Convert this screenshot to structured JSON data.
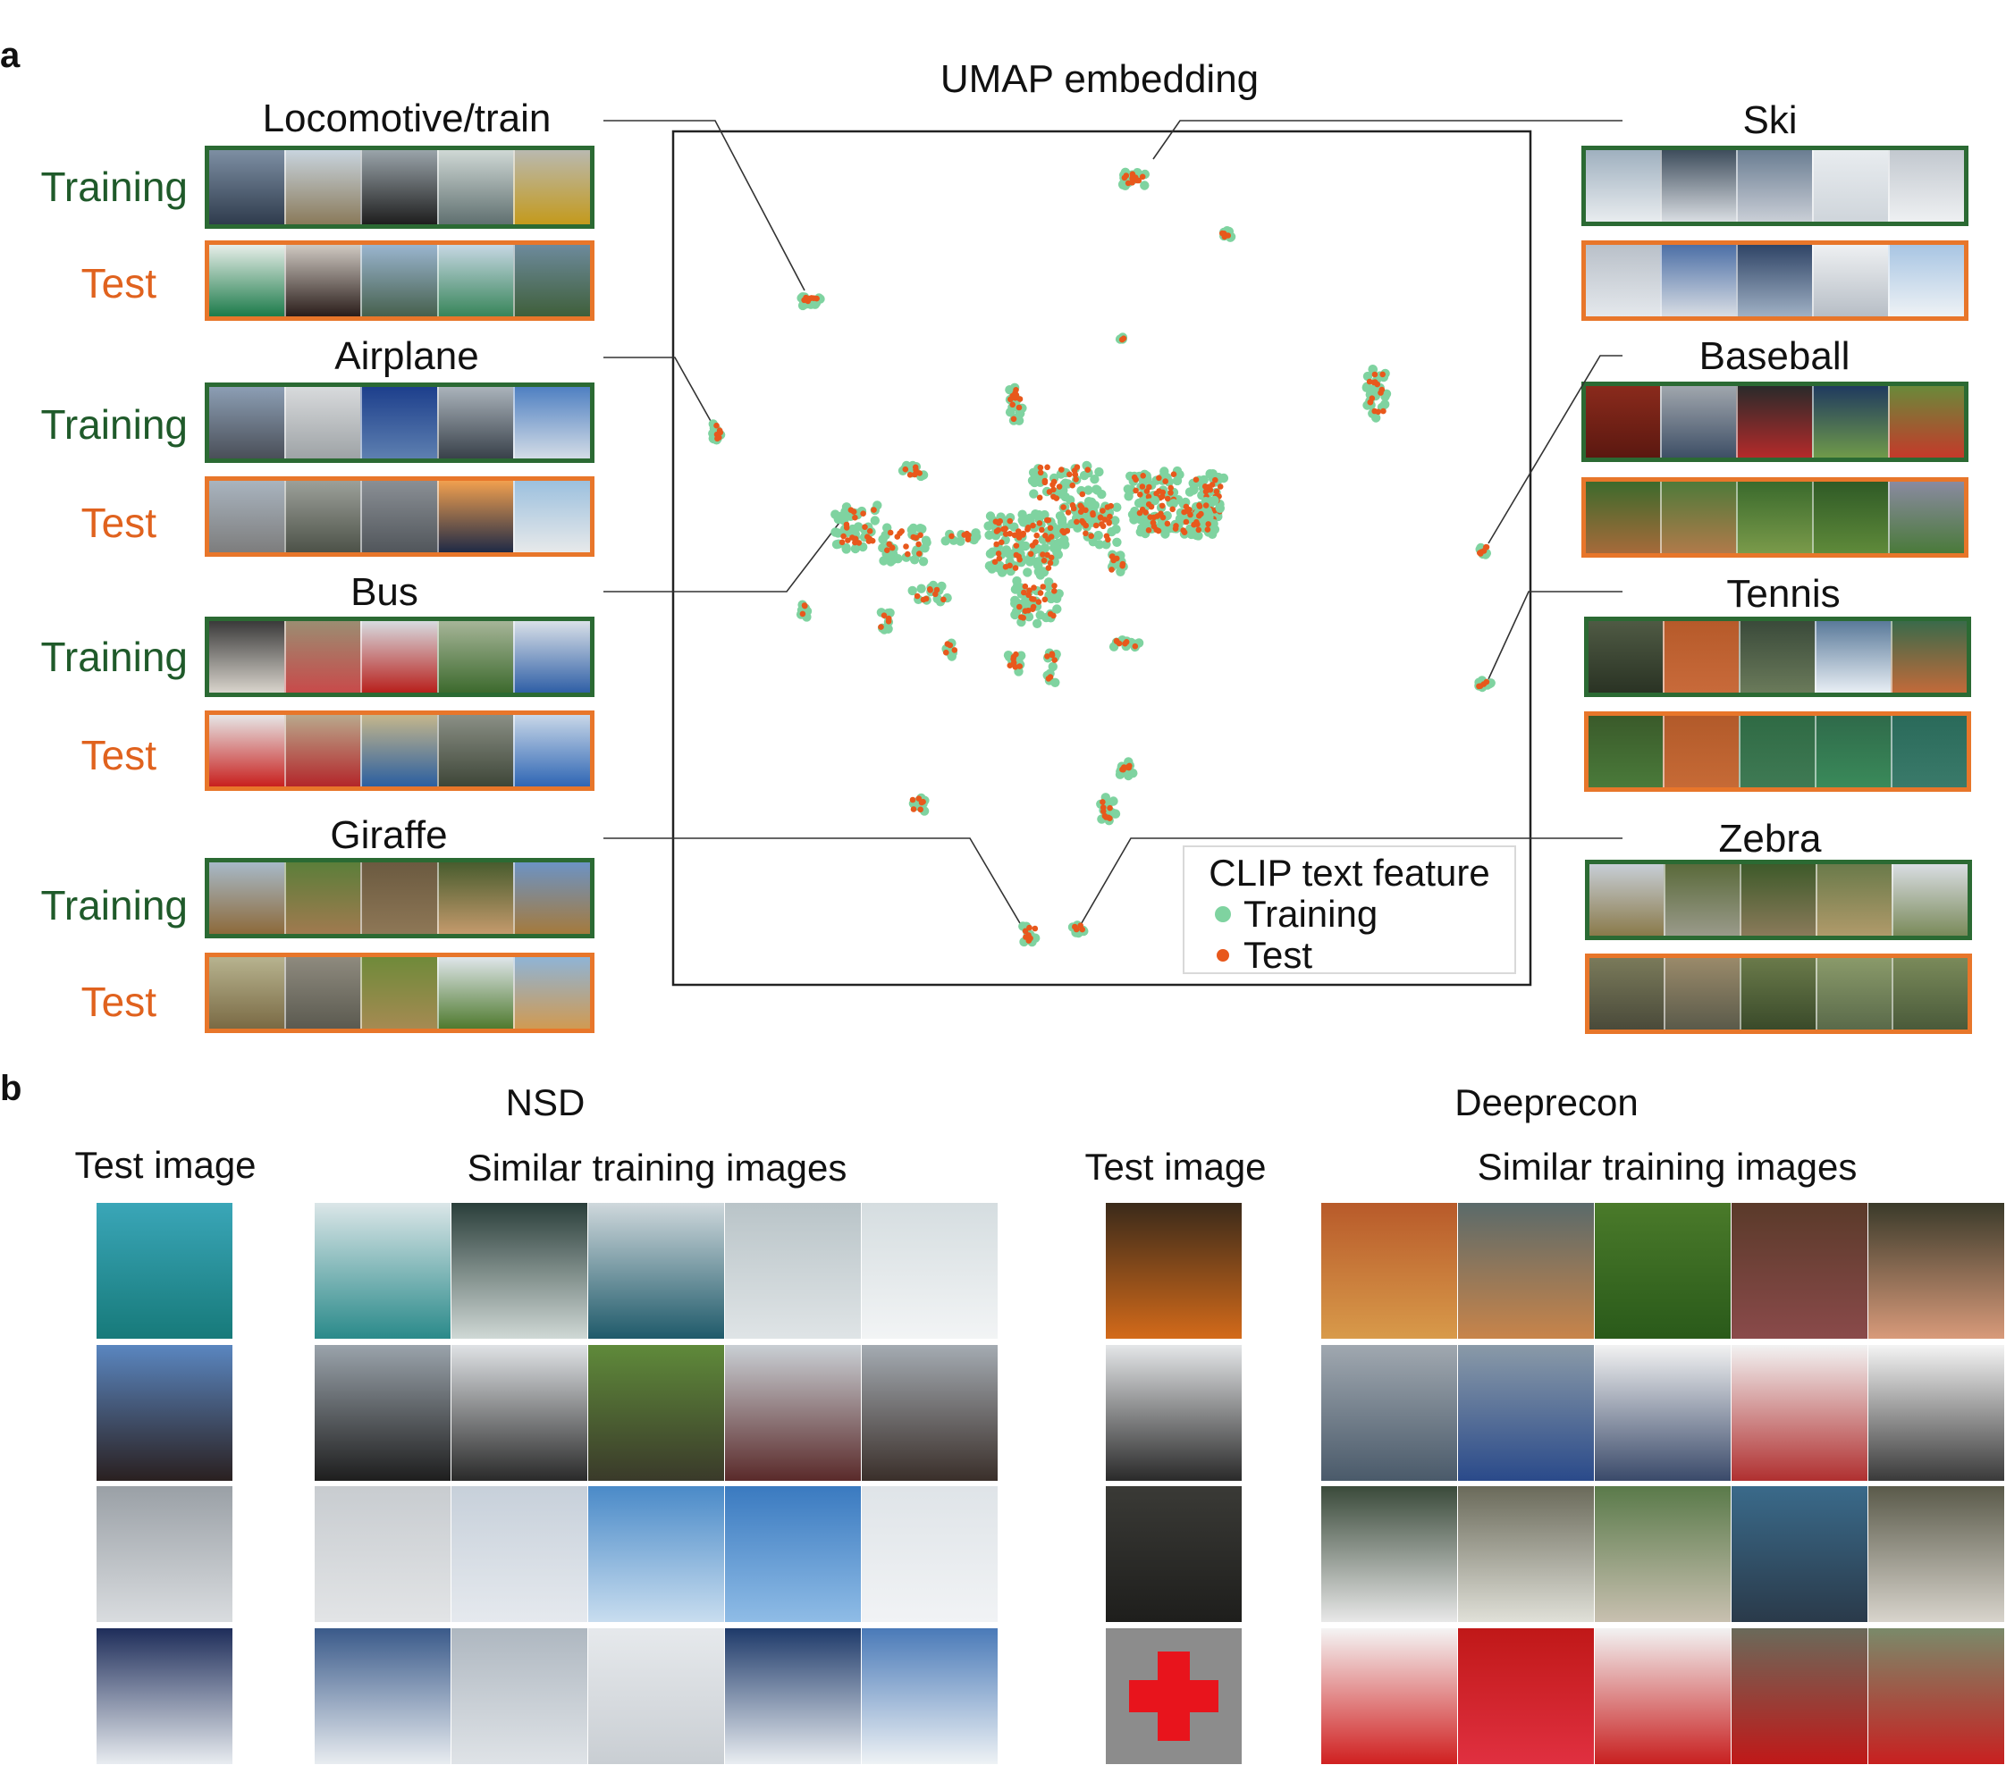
{
  "panel_a": {
    "letter": "a",
    "umap_title": "UMAP embedding",
    "row_labels": {
      "training": "Training",
      "test": "Test"
    },
    "left_categories": [
      {
        "title": "Locomotive/train"
      },
      {
        "title": "Airplane"
      },
      {
        "title": "Bus"
      },
      {
        "title": "Giraffe"
      }
    ],
    "right_categories": [
      {
        "title": "Ski"
      },
      {
        "title": "Baseball"
      },
      {
        "title": "Tennis"
      },
      {
        "title": "Zebra"
      }
    ],
    "legend": {
      "title": "CLIP text feature",
      "items": [
        {
          "label": "Training",
          "color": "#7fd3a0"
        },
        {
          "label": "Test",
          "color": "#e8581c"
        }
      ]
    }
  },
  "panel_b": {
    "letter": "b",
    "nsd": {
      "title": "NSD",
      "test_header": "Test image",
      "similar_header": "Similar training images"
    },
    "deeprecon": {
      "title": "Deeprecon",
      "test_header": "Test image",
      "similar_header": "Similar training images"
    }
  },
  "colors": {
    "training": "#2b6a33",
    "test": "#e8762a",
    "umap_training": "#7fd3a0",
    "umap_test": "#e8581c"
  }
}
